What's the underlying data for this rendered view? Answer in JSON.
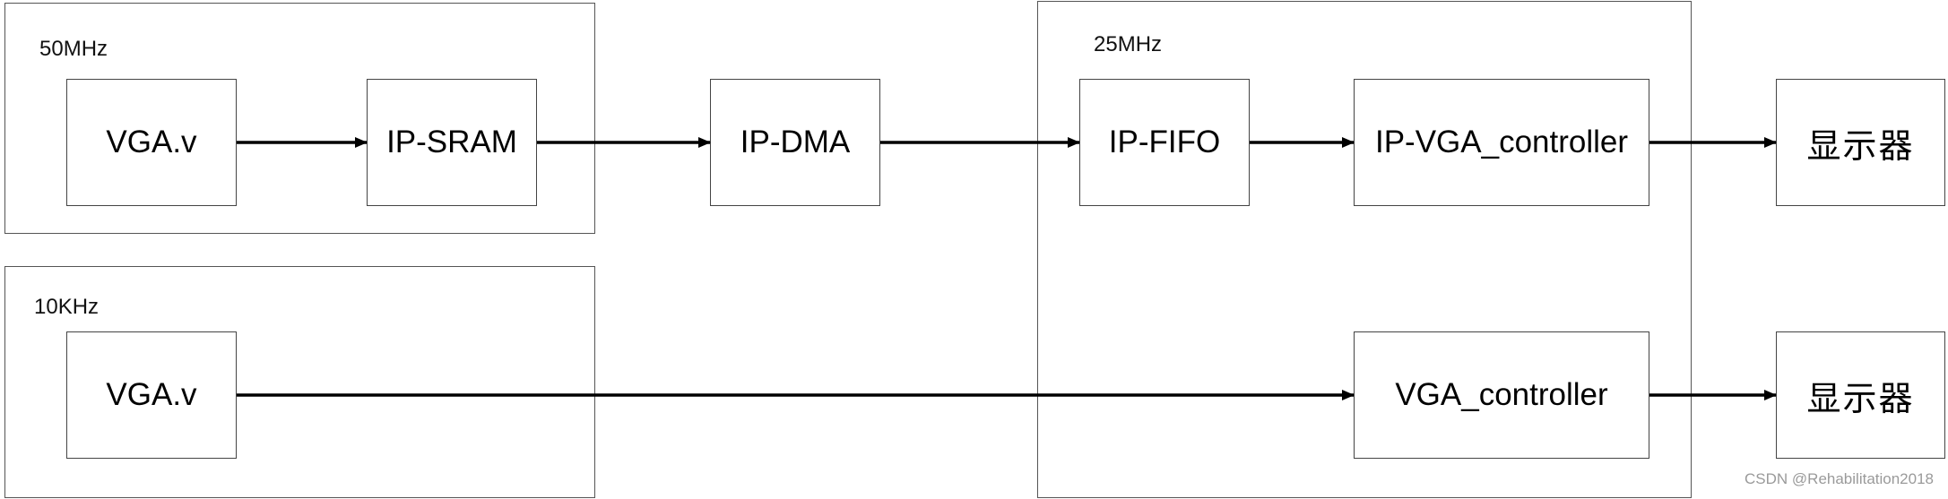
{
  "groups": [
    {
      "id": "g50",
      "label": "50MHz"
    },
    {
      "id": "g10",
      "label": "10KHz"
    },
    {
      "id": "g25",
      "label": "25MHz"
    }
  ],
  "blocks": {
    "vga_v_top": "VGA.v",
    "ip_sram": "IP-SRAM",
    "ip_dma": "IP-DMA",
    "ip_fifo": "IP-FIFO",
    "ip_vga_controller": "IP-VGA_controller",
    "display_top": "显示器",
    "vga_v_bottom": "VGA.v",
    "vga_controller": "VGA_controller",
    "display_bottom": "显示器"
  },
  "connections": [
    [
      "vga_v_top",
      "ip_sram"
    ],
    [
      "ip_sram",
      "ip_dma"
    ],
    [
      "ip_dma",
      "ip_fifo"
    ],
    [
      "ip_fifo",
      "ip_vga_controller"
    ],
    [
      "ip_vga_controller",
      "display_top"
    ],
    [
      "vga_v_bottom",
      "vga_controller"
    ],
    [
      "vga_controller",
      "display_bottom"
    ]
  ],
  "watermark": "CSDN @Rehabilitation2018"
}
